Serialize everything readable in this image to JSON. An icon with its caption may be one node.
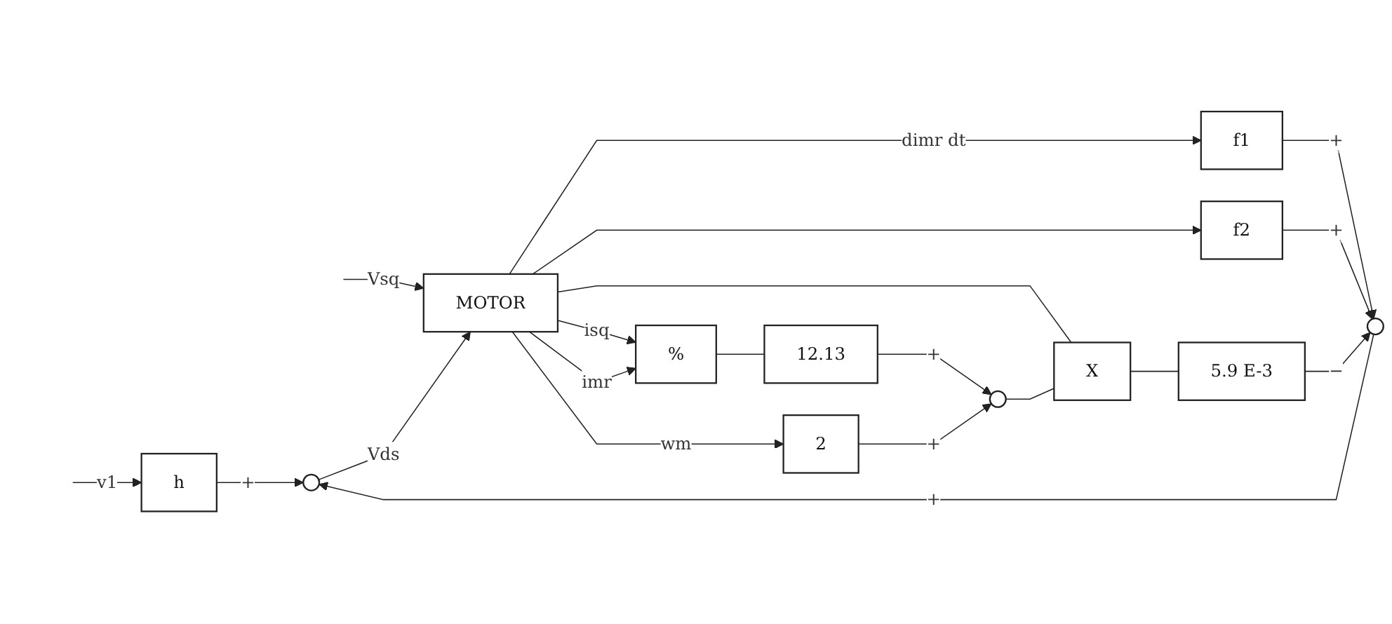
{
  "diagram": {
    "nodes": [
      {
        "text": [
          "h"
        ]
      },
      {
        "text": [],
        "shape": "circle"
      },
      {
        "text": [
          "MOTOR"
        ]
      },
      {
        "text": [
          "f1"
        ]
      },
      {
        "text": [],
        "shape": "circle"
      },
      {
        "text": [
          "f2"
        ]
      },
      {
        "text": [
          "5.9 E-3"
        ]
      },
      {
        "text": [
          "X"
        ]
      },
      {
        "text": [
          "12.13"
        ]
      },
      {
        "text": [
          "%"
        ]
      },
      {
        "text": [],
        "shape": "circle"
      },
      {
        "text": [
          "2"
        ]
      }
    ],
    "edges": [
      {
        "from": null,
        "to": 0,
        "arrow": "to",
        "label": "v1"
      },
      {
        "from": null,
        "to": 2,
        "arrow": "to",
        "label": "Vsq"
      },
      {
        "from": 0,
        "to": 1,
        "arrow": "to",
        "label": "+"
      },
      {
        "from": 1,
        "to": 2,
        "arrow": "to",
        "label": "Vds"
      },
      {
        "from": 2,
        "to": 11,
        "arrow": "to",
        "label": "wm"
      },
      {
        "from": 2,
        "to": 9,
        "arrow": "to",
        "label": "isq"
      },
      {
        "from": 2,
        "to": 7,
        "arrow": "none"
      },
      {
        "from": 2,
        "to": 9,
        "arrow": "to",
        "label": "imr"
      },
      {
        "from": 2,
        "to": 5,
        "arrow": "to"
      },
      {
        "from": 2,
        "to": 3,
        "arrow": "to",
        "label": "dimr dt"
      },
      {
        "from": 3,
        "to": 4,
        "arrow": "to",
        "label": "+"
      },
      {
        "from": 5,
        "to": 4,
        "arrow": "to",
        "label": "+"
      },
      {
        "from": 6,
        "to": 4,
        "arrow": "to",
        "label": "−"
      },
      {
        "from": 4,
        "to": 1,
        "arrow": "to",
        "label": "+"
      },
      {
        "from": 7,
        "to": 6,
        "arrow": "none"
      },
      {
        "from": 10,
        "to": 7,
        "arrow": "none"
      },
      {
        "from": 9,
        "to": 8,
        "arrow": "none"
      },
      {
        "from": 8,
        "to": 10,
        "arrow": "to",
        "label": "+"
      },
      {
        "from": 11,
        "to": 10,
        "arrow": "to",
        "label": "+"
      }
    ]
  }
}
